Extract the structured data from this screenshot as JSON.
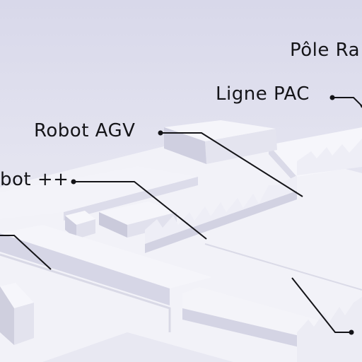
{
  "callouts": [
    {
      "id": "pole",
      "label": "Pôle Ra"
    },
    {
      "id": "ligne-pac",
      "label": "Ligne PAC"
    },
    {
      "id": "robot-agv",
      "label": "Robot AGV"
    },
    {
      "id": "robot-plus",
      "label": "bot ++"
    }
  ],
  "colors": {
    "background": "#dcdcec",
    "block_top": "#f4f4fa",
    "block_side": "#e2e2ee",
    "block_shadow": "#c6c6d8",
    "leader_line": "#141418"
  }
}
